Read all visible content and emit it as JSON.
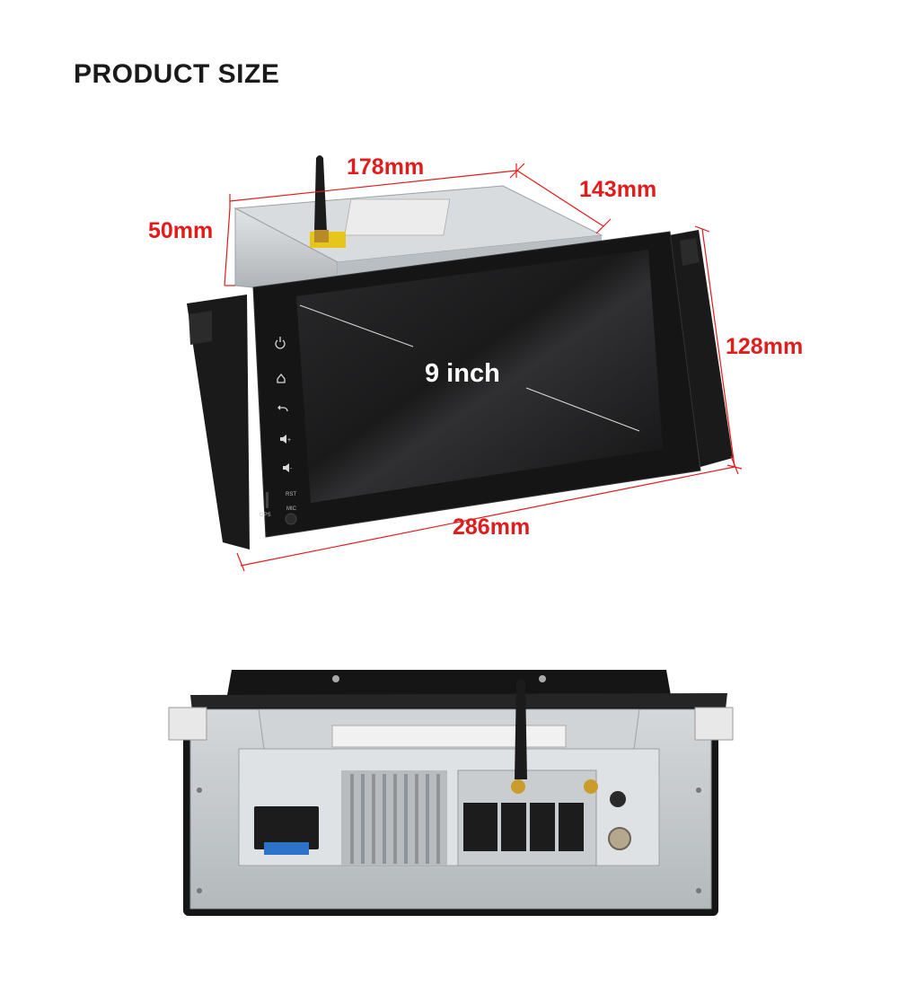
{
  "heading": "PRODUCT SIZE",
  "dimensions": {
    "top_width": "178mm",
    "depth": "143mm",
    "chassis_height": "50mm",
    "panel_height": "128mm",
    "panel_width": "286mm"
  },
  "screen": {
    "size_label": "9 inch"
  },
  "panel_markings": {
    "gps": "GPS",
    "rst": "RST",
    "mic": "MIC"
  },
  "colors": {
    "dimension": "#e21b1b",
    "bezel": "#141414",
    "chassis": "#c9cdd0"
  },
  "icons": [
    "power-icon",
    "home-icon",
    "back-icon",
    "volume-up-icon",
    "volume-down-icon"
  ]
}
